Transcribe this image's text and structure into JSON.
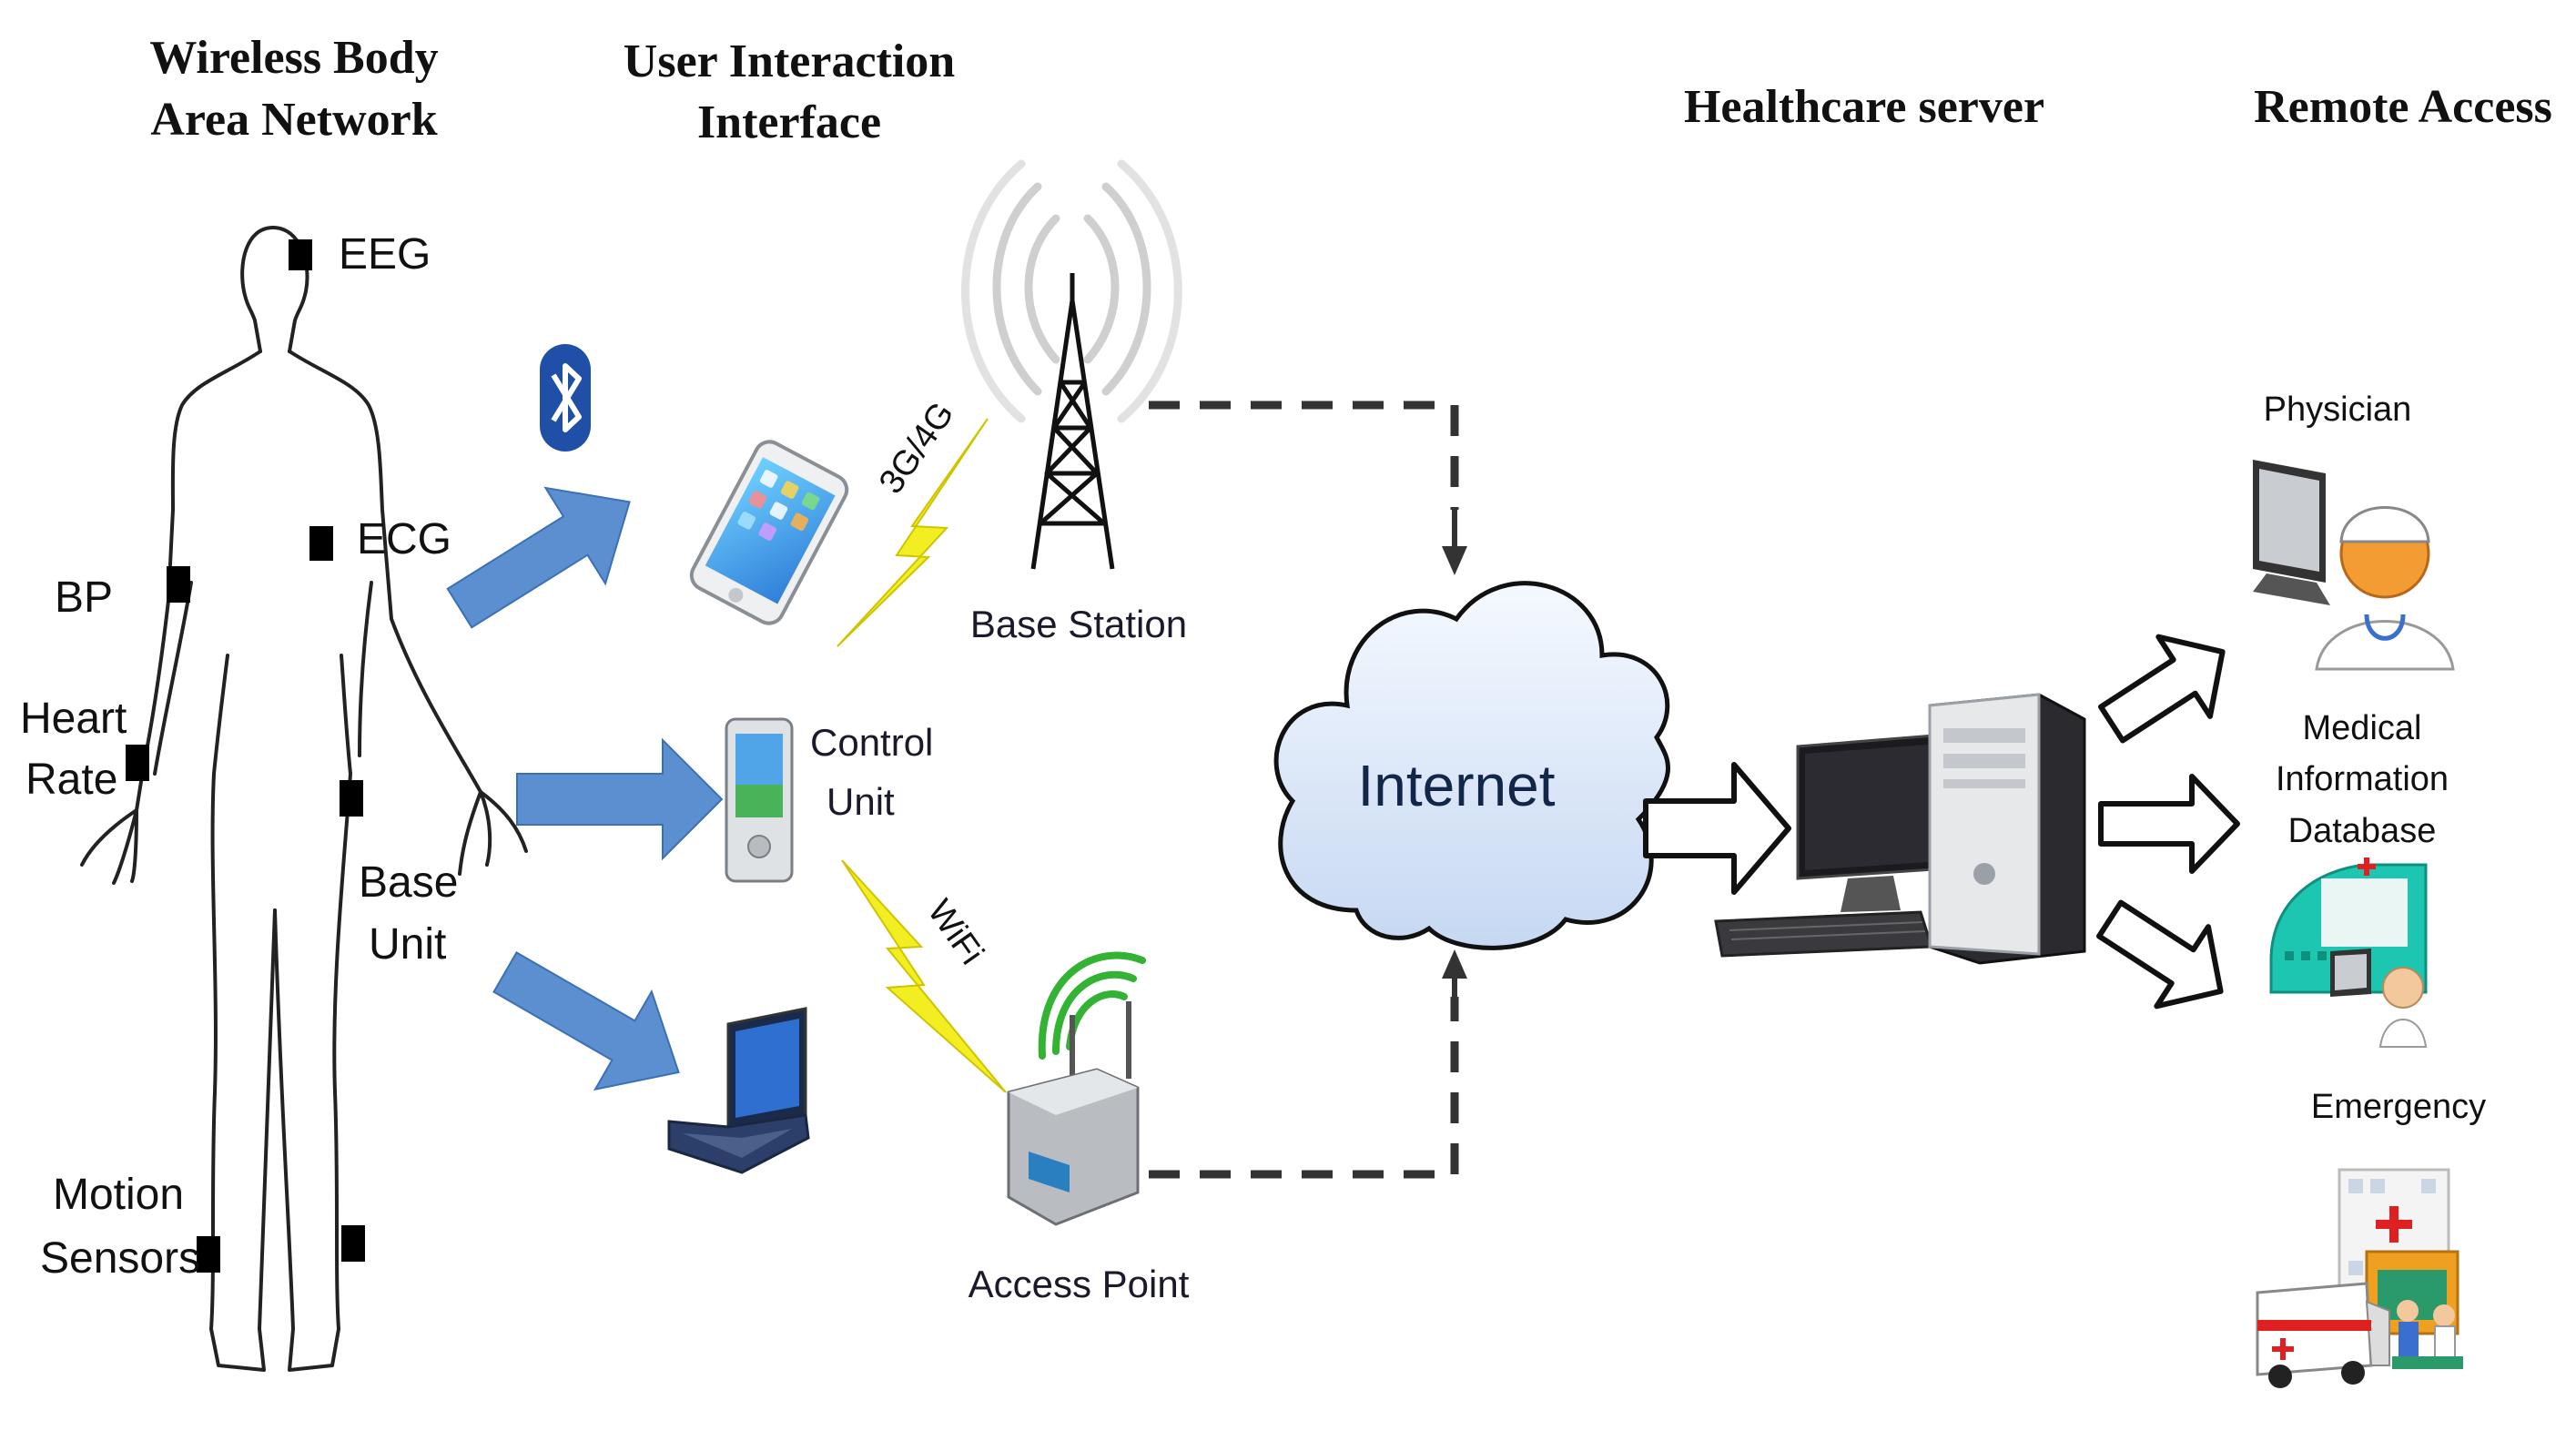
{
  "headers": {
    "wban_line1": "Wireless Body",
    "wban_line2": "Area Network",
    "uii_line1": "User Interaction",
    "uii_line2": "Interface",
    "server": "Healthcare server",
    "remote": "Remote Access"
  },
  "body_sensors": {
    "eeg": "EEG",
    "ecg": "ECG",
    "bp": "BP",
    "heart_line1": "Heart",
    "heart_line2": "Rate",
    "base_line1": "Base",
    "base_line2": "Unit",
    "motion_line1": "Motion",
    "motion_line2": "Sensors"
  },
  "devices": {
    "control_line1": "Control",
    "control_line2": "Unit"
  },
  "network": {
    "base_station": "Base Station",
    "access_point": "Access Point",
    "cellular": "3G/4G",
    "wifi": "WiFi",
    "internet": "Internet"
  },
  "remote_access": {
    "physician": "Physician",
    "medical_line1": "Medical",
    "medical_line2": "Information",
    "medical_line3": "Database",
    "emergency": "Emergency"
  },
  "icons": [
    "bluetooth-icon",
    "smartphone-icon",
    "pda-icon",
    "laptop-icon",
    "tower-icon",
    "router-icon",
    "cloud-icon",
    "computer-icon",
    "physician-icon",
    "hospital-icon",
    "ambulance-icon"
  ],
  "colors": {
    "blue_arrow": "#5b8fd0",
    "lightning": "#f2ee22",
    "bluetooth": "#1f4fa6",
    "cloud_fill": "#dce8f8",
    "wifi_green": "#33b233"
  }
}
